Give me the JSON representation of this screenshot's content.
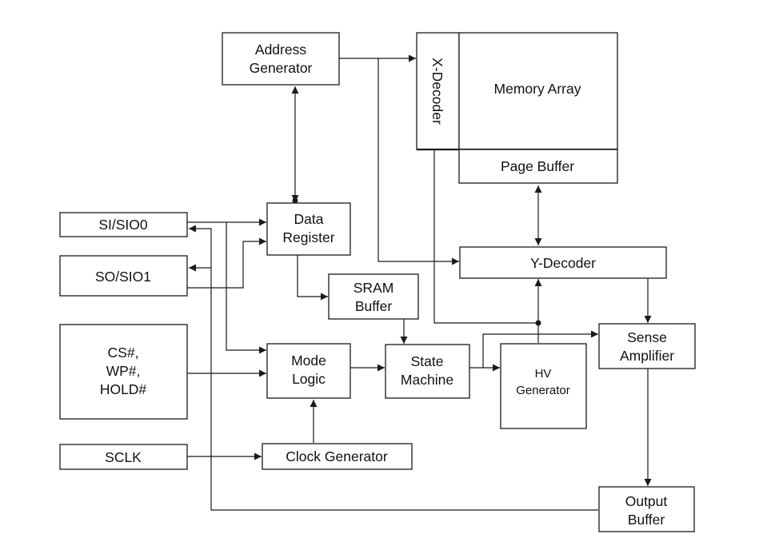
{
  "blocks": {
    "address_generator": [
      "Address",
      "Generator"
    ],
    "x_decoder": "X-Decoder",
    "memory_array": "Memory Array",
    "page_buffer": "Page Buffer",
    "si_sio0": "SI/SIO0",
    "so_sio1": "SO/SIO1",
    "data_register": [
      "Data",
      "Register"
    ],
    "y_decoder": "Y-Decoder",
    "sram_buffer": [
      "SRAM",
      "Buffer"
    ],
    "sense_amplifier": [
      "Sense",
      "Amplifier"
    ],
    "cs_wp_hold": [
      "CS#,",
      "WP#,",
      "HOLD#"
    ],
    "mode_logic": [
      "Mode",
      "Logic"
    ],
    "state_machine": [
      "State",
      "Machine"
    ],
    "hv_generator": [
      "HV",
      "Generator"
    ],
    "sclk": "SCLK",
    "clock_generator": "Clock Generator",
    "output_buffer": [
      "Output",
      "Buffer"
    ]
  }
}
